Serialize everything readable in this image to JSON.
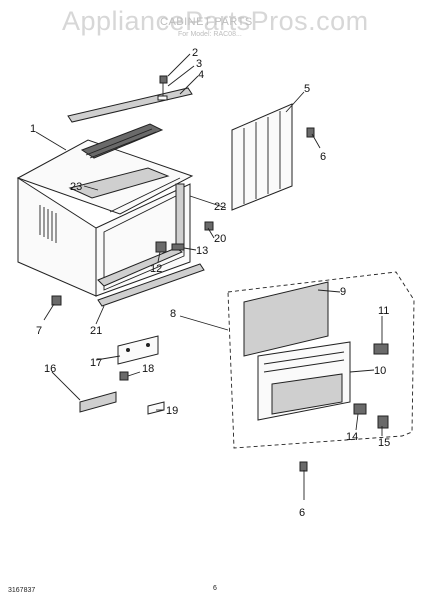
{
  "header": {
    "watermark": "AppliancePartsPros.com",
    "title": "CABINET PARTS",
    "subtitle": "For Model: RAC08..."
  },
  "footer": {
    "doc_number": "3167837",
    "page_number": "6"
  },
  "callouts": [
    "1",
    "2",
    "3",
    "4",
    "5",
    "6",
    "7",
    "8",
    "9",
    "10",
    "11",
    "12",
    "13",
    "14",
    "15",
    "16",
    "17",
    "18",
    "19",
    "20",
    "21",
    "22",
    "23",
    "6"
  ],
  "colors": {
    "line": "#222222",
    "watermark": "#d7d7d7",
    "fill_dark": "#6a6a6a",
    "fill_light": "#cfcfcf"
  }
}
